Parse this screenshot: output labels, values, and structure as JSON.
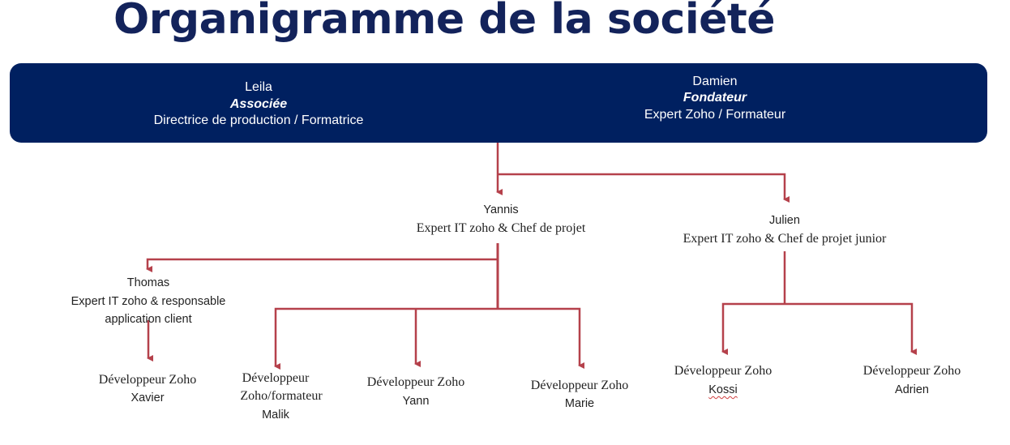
{
  "title": "Organigramme de la société",
  "colors": {
    "banner": "#002060",
    "title": "#13235b",
    "connector": "#b5414b"
  },
  "leaders": [
    {
      "name": "Leila",
      "role": "Associée",
      "title": "Directrice de production / Formatrice"
    },
    {
      "name": "Damien",
      "role": "Fondateur",
      "title": "Expert Zoho / Formateur"
    }
  ],
  "managers": {
    "yannis": {
      "name": "Yannis",
      "title": "Expert IT zoho & Chef de projet"
    },
    "julien": {
      "name": "Julien",
      "title": "Expert IT zoho & Chef de projet junior"
    },
    "thomas": {
      "name": "Thomas",
      "title_line1": "Expert IT zoho & responsable",
      "title_line2": "application client"
    }
  },
  "developers": {
    "xavier": {
      "title": "Développeur Zoho",
      "name": "Xavier"
    },
    "malik": {
      "title_line1": "Développeur",
      "title_line2": "Zoho/formateur",
      "name": "Malik"
    },
    "yann": {
      "title": "Développeur Zoho",
      "name": "Yann"
    },
    "marie": {
      "title": "Développeur Zoho",
      "name": "Marie"
    },
    "kossi": {
      "title": "Développeur Zoho",
      "name": "Kossi"
    },
    "adrien": {
      "title": "Développeur Zoho",
      "name": "Adrien"
    }
  }
}
